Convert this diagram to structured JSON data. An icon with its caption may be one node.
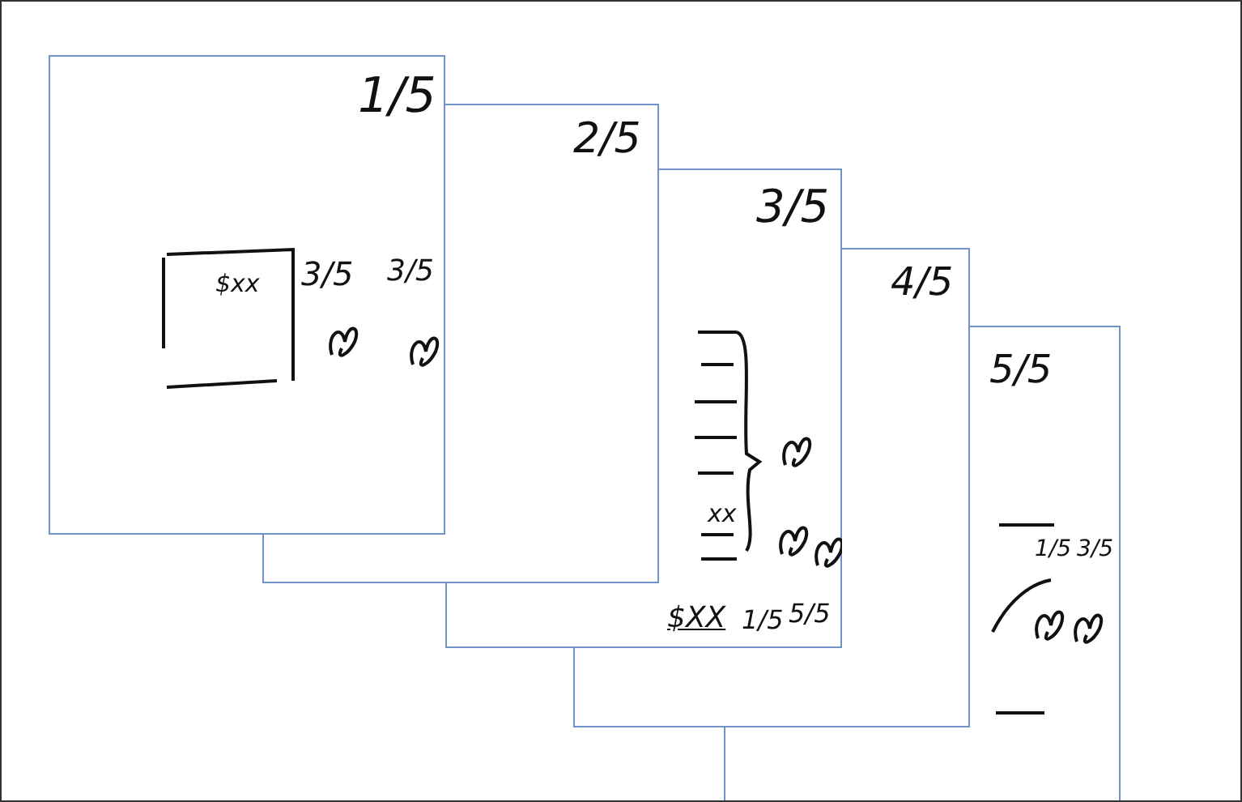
{
  "diagram": {
    "nodes": [
      {
        "text": [
          "1/5",
          "$xx",
          "3/5",
          "3/5"
        ]
      },
      {
        "text": [
          "2/5"
        ]
      },
      {
        "text": [
          "3/5",
          "xx",
          "$XX",
          "1/5",
          "5/5"
        ]
      },
      {
        "text": [
          "4/5"
        ]
      },
      {
        "text": [
          "5/5",
          "1/5",
          "3/5"
        ]
      }
    ],
    "edges": []
  }
}
